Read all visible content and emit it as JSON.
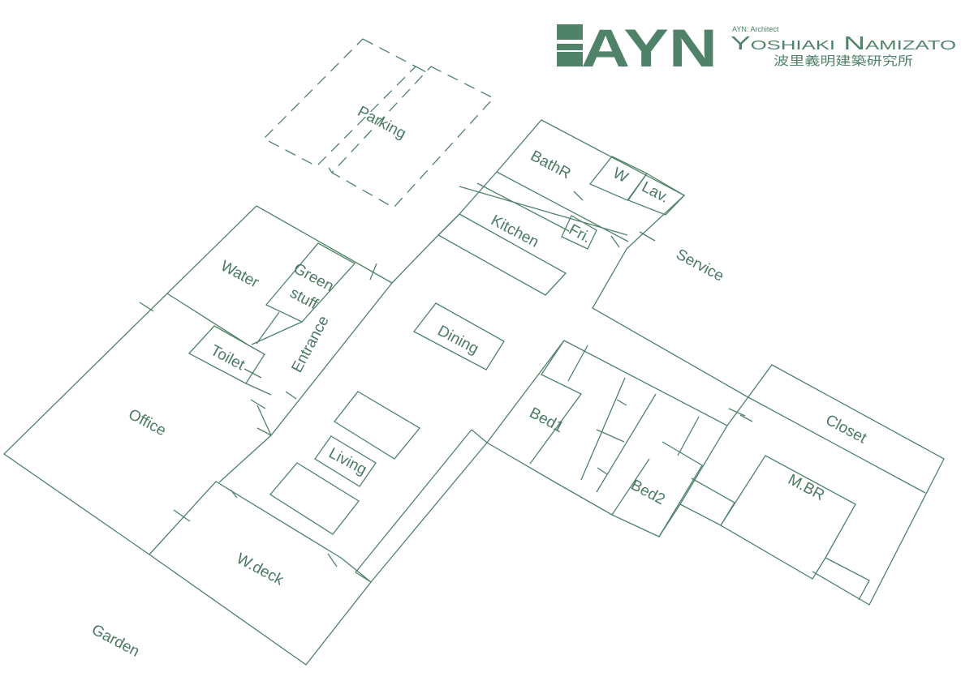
{
  "brand": {
    "logo": "AYN",
    "small_caption": "AYN: Architect",
    "name": "Yoshiaki Namizato",
    "japanese_name": "波里義明建築研究所",
    "color": "#4f8268"
  },
  "rooms": {
    "parking": "Parking",
    "bath": "BathR",
    "wc": "W",
    "lavatory": "Lav.",
    "kitchen": "Kitchen",
    "fridge": "Fri.",
    "service": "Service",
    "water": "Water",
    "green_stuff_line1": "Green",
    "green_stuff_line2": "stuff",
    "entrance": "Entrance",
    "dining": "Dining",
    "toilet": "Toilet",
    "office": "Office",
    "living": "Living",
    "bed1": "Bed1",
    "bed2": "Bed2",
    "closet": "Closet",
    "master_bedroom": "M.BR",
    "wood_deck": "W.deck",
    "garden": "Garden"
  }
}
